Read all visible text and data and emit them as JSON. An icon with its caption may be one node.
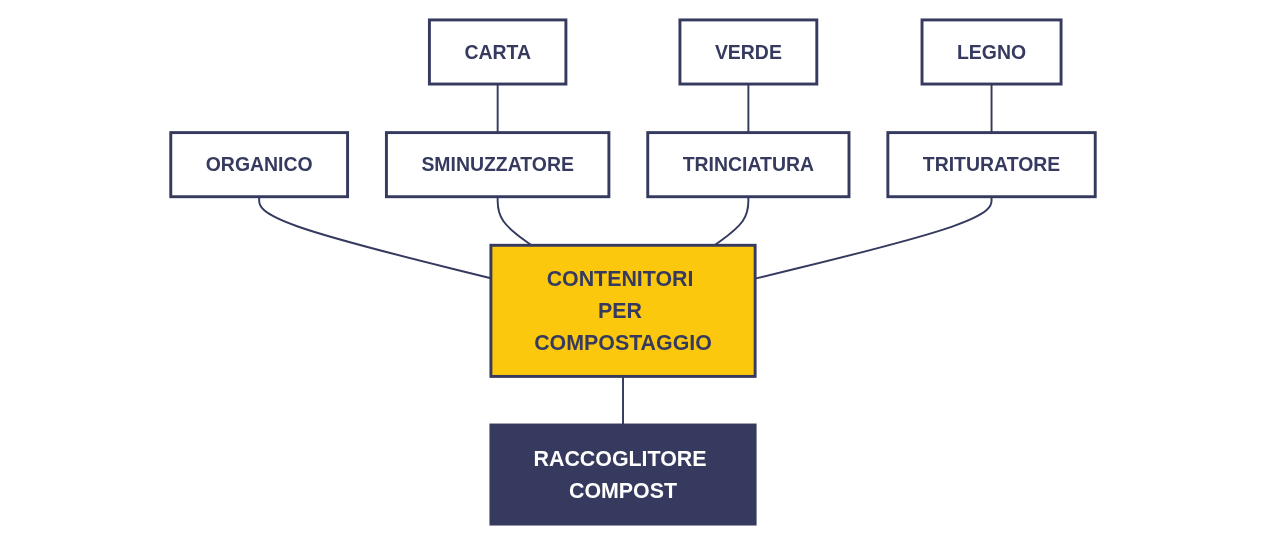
{
  "diagram": {
    "nodes": [
      {
        "text": [
          "ORGANICO"
        ]
      },
      {
        "text": [
          "CARTA"
        ]
      },
      {
        "text": [
          "VERDE"
        ]
      },
      {
        "text": [
          "LEGNO"
        ]
      },
      {
        "text": [
          "SMINUZZATORE"
        ]
      },
      {
        "text": [
          "TRINCIATURA"
        ]
      },
      {
        "text": [
          "TRITURATORE"
        ]
      },
      {
        "text": [
          "CONTENITORI PER COMPOSTAGGIO"
        ]
      },
      {
        "text": [
          "RACCOGLITORE COMPOST"
        ]
      }
    ],
    "edges": [
      {
        "from": 0,
        "to": 7,
        "arrow": "none"
      },
      {
        "from": 1,
        "to": 4,
        "arrow": "none"
      },
      {
        "from": 4,
        "to": 7,
        "arrow": "none"
      },
      {
        "from": 2,
        "to": 5,
        "arrow": "none"
      },
      {
        "from": 5,
        "to": 7,
        "arrow": "none"
      },
      {
        "from": 3,
        "to": 6,
        "arrow": "none"
      },
      {
        "from": 6,
        "to": 7,
        "arrow": "none"
      },
      {
        "from": 7,
        "to": 8,
        "arrow": "none"
      }
    ]
  }
}
